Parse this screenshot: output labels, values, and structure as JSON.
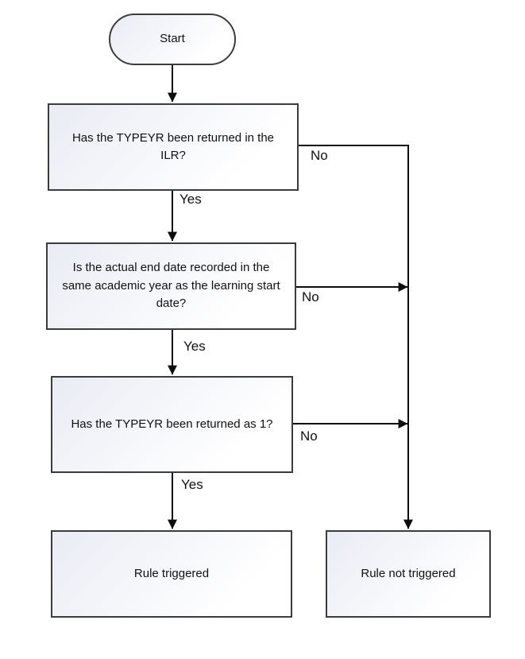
{
  "diagram": {
    "title": "TYPEYR rule flowchart",
    "nodes": {
      "start": {
        "label": "Start"
      },
      "q1": {
        "label": "Has the TYPEYR been returned in the ILR?"
      },
      "q2": {
        "label": "Is the actual end date recorded in the same academic year as the learning start date?"
      },
      "q3": {
        "label": "Has the TYPEYR been returned as 1?"
      },
      "triggered": {
        "label": "Rule triggered"
      },
      "not_triggered": {
        "label": "Rule not triggered"
      }
    },
    "edge_labels": {
      "q1_yes": "Yes",
      "q1_no": "No",
      "q2_yes": "Yes",
      "q2_no": "No",
      "q3_yes": "Yes",
      "q3_no": "No"
    },
    "colors": {
      "node_fill_top": "#e9ecf4",
      "node_fill_bottom": "#ffffff",
      "node_border": "#3c3c3c",
      "connector": "#0d0d0d",
      "text": "#111111",
      "page_bg": "#ffffff"
    }
  }
}
